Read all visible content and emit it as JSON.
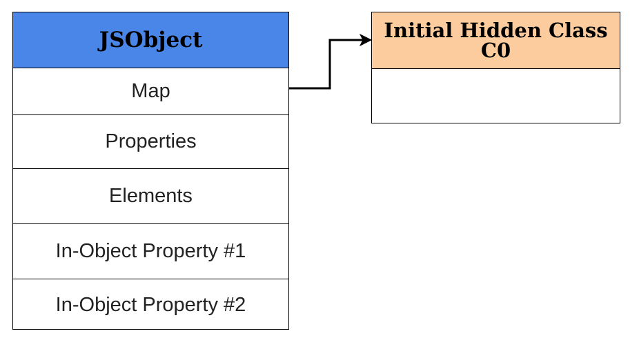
{
  "jsobject": {
    "title": "JSObject",
    "header_color": "#4a86e8",
    "fields": [
      {
        "label": "Map"
      },
      {
        "label": "Properties"
      },
      {
        "label": "Elements"
      },
      {
        "label": "In-Object Property #1"
      },
      {
        "label": "In-Object Property #2"
      }
    ]
  },
  "hidden_class": {
    "title_line1": "Initial Hidden Class",
    "title_line2": "C0",
    "header_color": "#fccc9e",
    "body": ""
  },
  "edges": [
    {
      "from": "jsobject.fields.0",
      "to": "hidden_class",
      "style": "arrow"
    }
  ]
}
